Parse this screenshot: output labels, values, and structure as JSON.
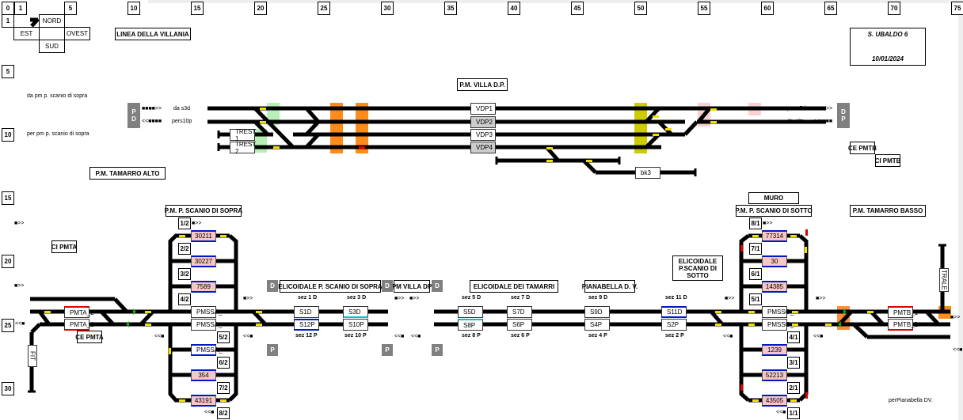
{
  "ruler_cols": [
    "0",
    "1",
    "5",
    "10",
    "15",
    "20",
    "25",
    "30",
    "35",
    "40",
    "45",
    "50",
    "55",
    "60",
    "65",
    "70",
    "75"
  ],
  "ruler_rows": [
    "1",
    "5",
    "10",
    "15",
    "20",
    "25",
    "30"
  ],
  "compass": {
    "north": "NORD",
    "east": "EST",
    "west": "OVEST",
    "south": "SUD"
  },
  "line_title": "LINEA DELLA VILLANIA",
  "info": {
    "title": "S. UBALDO 6",
    "date": "10/01/2024"
  },
  "stations": {
    "villa_dp": "P.M. VILLA D.P.",
    "tamarro_alto": "P.M. TAMARRO ALTO",
    "scanio_sopra": "P.M. P. SCANIO DI SOPRA",
    "scanio_sotto": "P.M. P. SCANIO DI SOTTO",
    "muro": "MURO",
    "tamarro_basso": "P.M. TAMARRO BASSO",
    "ci_pmta": "CI PMTA",
    "ce_pmta": "CE PMTA",
    "ce_pmtb": "CE PMTB",
    "ci_pmtb": "CI PMTB",
    "elic_sopra": "ELICOIDALE P. SCANIO DI SOPRA",
    "pm_villa": "PM VILLA DP",
    "elic_tamarri": "ELICOIDALE DEI TAMARRI",
    "pianabella": "PIANABELLA D. V.",
    "elic_sotto": "ELICOIDALE P.SCANIO DI SOTTO"
  },
  "notes": {
    "da_scanio": "da pm p. scanio di sopra",
    "per_scanio": "per pm p. scanio di sopra",
    "da_s3d": "da s3d",
    "pers10p": "pers10p",
    "per_s5d": "per s5d",
    "da_s8p": "da s8p",
    "per_pianabella": "perPianabella DV."
  },
  "flags": {
    "P": "P",
    "D": "D"
  },
  "top_tracks": {
    "vdp1": "VDP1",
    "vdp2": "VDP2",
    "vdp3": "VDP3",
    "vdp4": "VDP4",
    "trest1": "TREST 1",
    "trest2": "TREST 2",
    "bk3": "bk3"
  },
  "left_loop": {
    "trains": [
      "30211",
      "30227",
      "7589",
      "PMSSA_",
      "PMSSA_",
      "PMSSA_",
      "354",
      "43191"
    ],
    "slots": [
      "1/2",
      "2/2",
      "3/2",
      "4/2",
      "5/2",
      "6/2",
      "7/2",
      "8/2"
    ]
  },
  "right_loop": {
    "trains": [
      "77314",
      "30",
      "14385",
      "PMSSO_",
      "PMSSO_",
      "1239",
      "52213",
      "43505"
    ],
    "slots": [
      "8/1",
      "7/1",
      "6/1",
      "5/1",
      "4/1",
      "3/1",
      "2/1",
      "1/1"
    ]
  },
  "pmta": {
    "t2": "PMTA_2",
    "t1": "PMTA_1",
    "fit": "FIT"
  },
  "pmtb": {
    "t1": "PMTB_1",
    "t2": "PMTB_2",
    "trale": "TRALE"
  },
  "sections": {
    "d": [
      "S1D",
      "S3D",
      "S5D",
      "S7D",
      "S9D",
      "S11D"
    ],
    "p": [
      "S12P",
      "S10P",
      "S8P",
      "S6P",
      "S4P",
      "S2P"
    ]
  },
  "sez_d": [
    "sez 1 D",
    "sez 3 D",
    "sez 5 D",
    "sez 7 D",
    "sez 9 D",
    "sez 11 D"
  ],
  "sez_p": [
    "sez 12 P",
    "sez 10 P",
    "sez 8 P",
    "sez 6 P",
    "sez 4 P",
    "sez 2 P"
  ],
  "arrows": {
    "right": "■>>",
    "left": "<<■",
    "long_right": "■■■■>>",
    "long_left": "<<■■■■"
  }
}
